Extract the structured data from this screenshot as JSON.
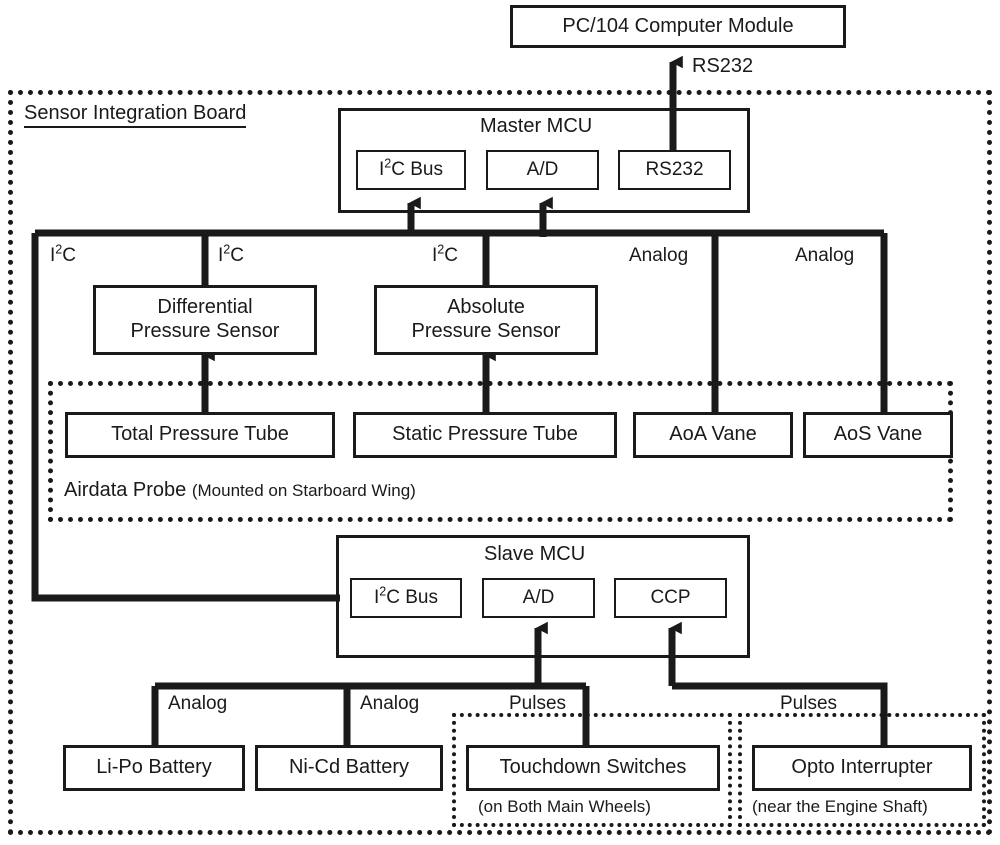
{
  "diagram": {
    "title_note": "Avionics sensor integration block diagram",
    "colors": {
      "line": "#1a1a1a",
      "background": "#ffffff"
    }
  },
  "top": {
    "pc104_label": "PC/104 Computer Module",
    "rs232_link_label": "RS232"
  },
  "enclosure": {
    "sensor_board_label": "Sensor Integration Board"
  },
  "master_mcu": {
    "title": "Master MCU",
    "ports": [
      {
        "label": "I2C Bus",
        "prefix": "I",
        "sup": "2",
        "suffix": "C Bus"
      },
      {
        "label": "A/D"
      },
      {
        "label": "RS232"
      }
    ]
  },
  "bus_labels": {
    "i2c_left": "I2C",
    "i2c_diff": "I2C",
    "i2c_abs": "I2C",
    "analog_aoa": "Analog",
    "analog_aos": "Analog"
  },
  "sensors": {
    "differential": {
      "line1": "Differential",
      "line2": "Pressure Sensor"
    },
    "absolute": {
      "line1": "Absolute",
      "line2": "Pressure Sensor"
    }
  },
  "airdata_probe": {
    "name": "Airdata Probe",
    "note": "(Mounted on Starboard Wing)",
    "items": [
      {
        "label": "Total Pressure Tube"
      },
      {
        "label": "Static Pressure Tube"
      },
      {
        "label": "AoA Vane"
      },
      {
        "label": "AoS Vane"
      }
    ]
  },
  "slave_mcu": {
    "title": "Slave MCU",
    "ports": [
      {
        "label": "I2C Bus",
        "prefix": "I",
        "sup": "2",
        "suffix": "C Bus"
      },
      {
        "label": "A/D"
      },
      {
        "label": "CCP"
      }
    ]
  },
  "bottom_bus_labels": {
    "analog_lipo": "Analog",
    "analog_nicd": "Analog",
    "pulses_touchdown": "Pulses",
    "pulses_opto": "Pulses"
  },
  "bottom_devices": {
    "lipo": "Li-Po Battery",
    "nicd": "Ni-Cd Battery",
    "touchdown": {
      "label": "Touchdown Switches",
      "note": "(on Both Main Wheels)"
    },
    "opto": {
      "label": "Opto Interrupter",
      "note": "(near the Engine Shaft)"
    }
  }
}
